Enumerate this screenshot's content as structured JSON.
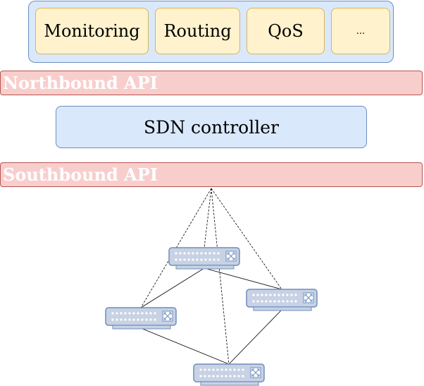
{
  "applications": {
    "items": [
      {
        "label": "Monitoring"
      },
      {
        "label": "Routing"
      },
      {
        "label": "QoS"
      },
      {
        "label": "..."
      }
    ]
  },
  "northbound": {
    "label": "Northbound API"
  },
  "controller": {
    "label": "SDN controller"
  },
  "southbound": {
    "label": "Southbound API"
  },
  "network": {
    "switches": [
      {
        "id": "s1",
        "icon": "network-switch-icon"
      },
      {
        "id": "s2",
        "icon": "network-switch-icon"
      },
      {
        "id": "s3",
        "icon": "network-switch-icon"
      },
      {
        "id": "s4",
        "icon": "network-switch-icon"
      }
    ],
    "physical_links": [
      [
        "s1",
        "s2"
      ],
      [
        "s1",
        "s3"
      ],
      [
        "s2",
        "s4"
      ],
      [
        "s3",
        "s4"
      ]
    ],
    "control_links": [
      "s1",
      "s2",
      "s3",
      "s4"
    ]
  },
  "colors": {
    "app_layer_fill": "#dae8fc",
    "app_layer_stroke": "#6c8ebf",
    "app_fill": "#fff2cc",
    "app_stroke": "#d6b656",
    "api_fill": "#f8cecc",
    "api_stroke": "#b85450",
    "switch_fill": "#c8d2e4",
    "switch_stroke": "#6c8ebf"
  }
}
